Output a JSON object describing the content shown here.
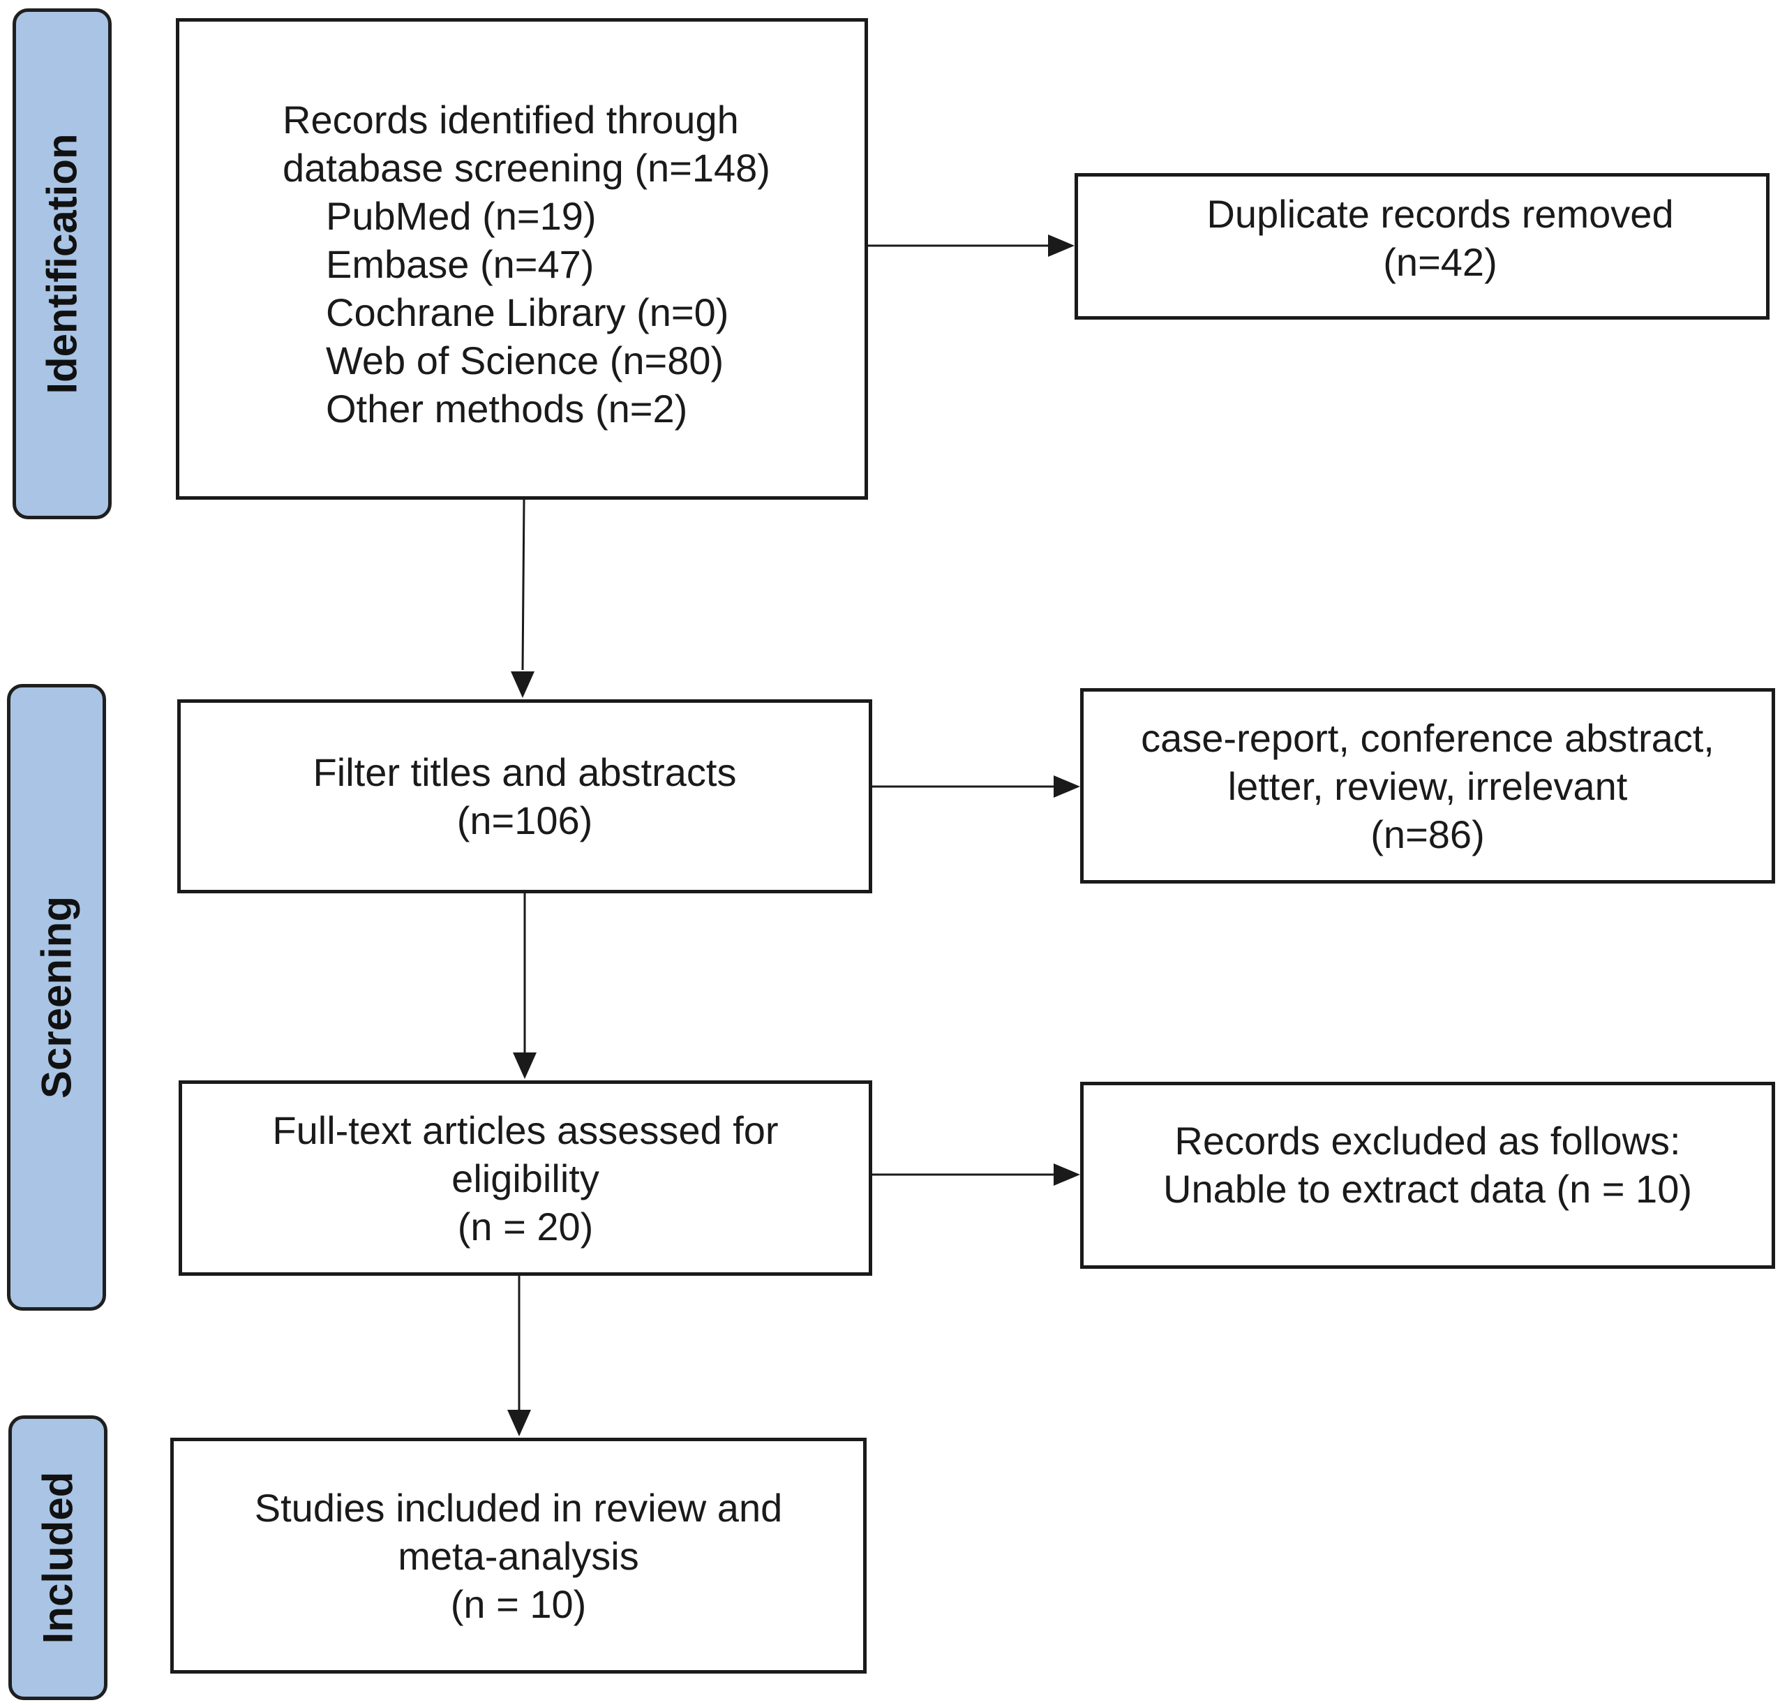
{
  "phases": {
    "identification": "Identification",
    "screening": "Screening",
    "included": "Included"
  },
  "boxes": {
    "records_identified": {
      "line1": "Records identified through",
      "line2": "database screening (n=148)",
      "sources": [
        "PubMed (n=19)",
        "Embase (n=47)",
        "Cochrane Library (n=0)",
        "Web of Science (n=80)",
        "Other methods (n=2)"
      ]
    },
    "duplicates_removed": {
      "line1": "Duplicate records removed",
      "line2": "(n=42)"
    },
    "filter_titles": {
      "line1": "Filter titles and abstracts",
      "line2": "(n=106)"
    },
    "excluded_types": {
      "line1": "case-report, conference abstract,",
      "line2": "letter, review, irrelevant",
      "line3": "(n=86)"
    },
    "full_text": {
      "line1": "Full-text articles assessed for",
      "line2": "eligibility",
      "line3": "(n = 20)"
    },
    "records_excluded": {
      "line1": "Records excluded as follows:",
      "line2": "Unable to extract data (n = 10)"
    },
    "studies_included": {
      "line1": "Studies included in review and",
      "line2": "meta-analysis",
      "line3": "(n = 10)"
    }
  },
  "colors": {
    "phase_fill": "#a9c4e4",
    "stroke": "#1a1a1a"
  }
}
